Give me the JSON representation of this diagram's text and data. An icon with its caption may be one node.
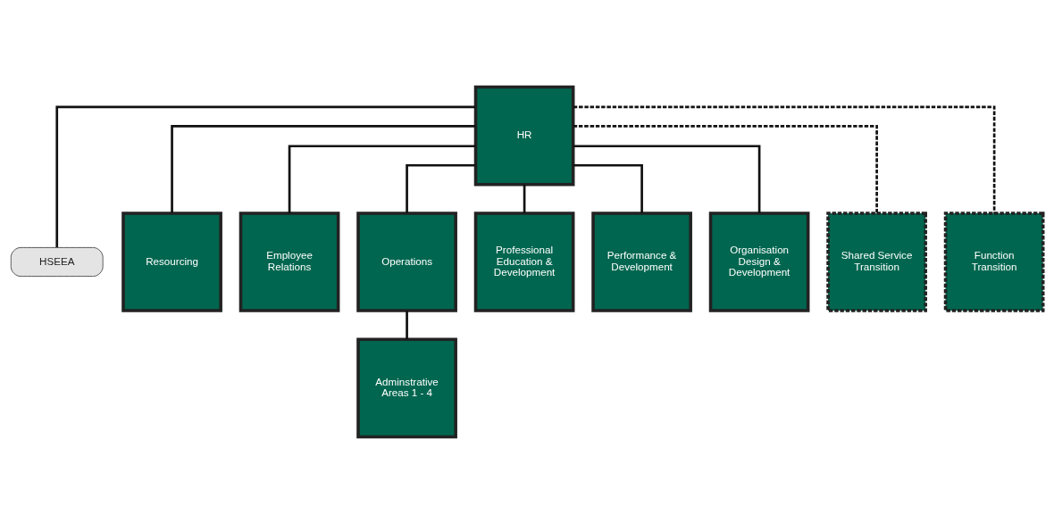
{
  "diagram": {
    "nodes": [
      {
        "text": [
          "HR"
        ]
      },
      {
        "text": [
          "HSEEA"
        ]
      },
      {
        "text": [
          "Resourcing"
        ]
      },
      {
        "text": [
          "Employee Relations"
        ]
      },
      {
        "text": [
          "Operations"
        ]
      },
      {
        "text": [
          "Professional Education & Development"
        ]
      },
      {
        "text": [
          "Performance & Development"
        ]
      },
      {
        "text": [
          "Organisation Design & Development"
        ]
      },
      {
        "text": [
          "Shared Service Transition"
        ]
      },
      {
        "text": [
          "Function Transition"
        ]
      },
      {
        "text": [
          "Adminstrative Areas 1 - 4"
        ]
      }
    ],
    "edges": [
      {
        "from": 0,
        "to": 1,
        "arrow": "none"
      },
      {
        "from": 0,
        "to": 2,
        "arrow": "none"
      },
      {
        "from": 0,
        "to": 3,
        "arrow": "none"
      },
      {
        "from": 0,
        "to": 4,
        "arrow": "none"
      },
      {
        "from": 0,
        "to": 5,
        "arrow": "none"
      },
      {
        "from": 0,
        "to": 6,
        "arrow": "none"
      },
      {
        "from": 0,
        "to": 7,
        "arrow": "none"
      },
      {
        "from": 0,
        "to": 8,
        "arrow": "none",
        "style": "dashed"
      },
      {
        "from": 0,
        "to": 9,
        "arrow": "none",
        "style": "dashed"
      },
      {
        "from": 4,
        "to": 10,
        "arrow": "none"
      }
    ]
  }
}
